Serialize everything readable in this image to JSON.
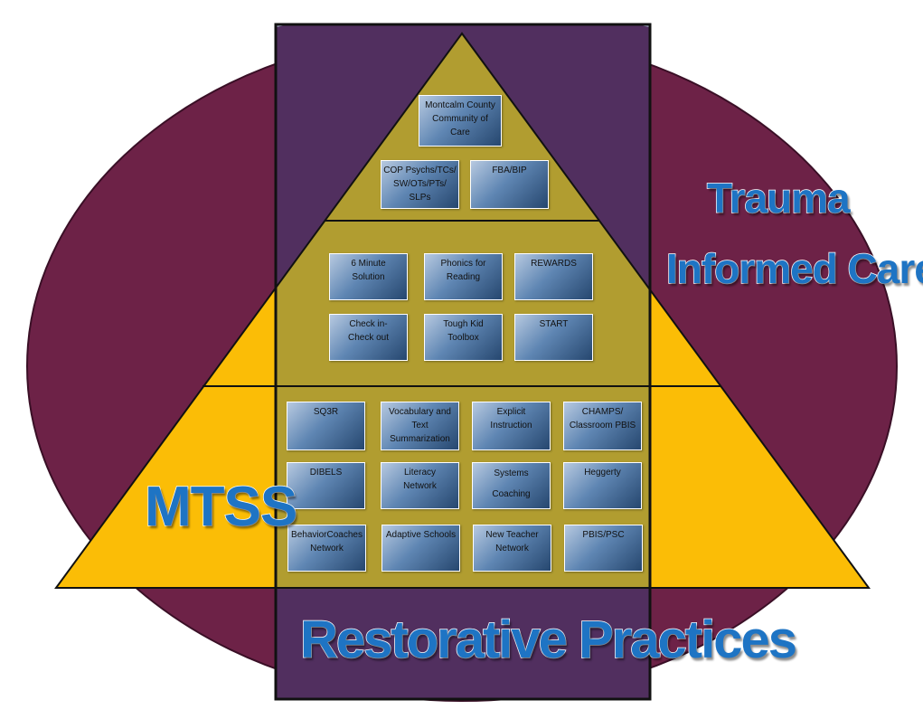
{
  "colors": {
    "oval": "#6d2247",
    "oval_stroke": "#3a0f26",
    "column": "#512f5f",
    "column_bg": "#b5c8de",
    "pyramid_base": "#fbbd06",
    "pyramid_overlap": "#b19d30",
    "box_text": "#111111",
    "label_fill": "#1e74c4",
    "label_outline": "#ffffff"
  },
  "labels": {
    "trauma_line1": "Trauma",
    "trauma_line2": "Informed Care",
    "mtss": "MTSS",
    "restorative": "Restorative Practices"
  },
  "tiers": {
    "top": [
      "Montcalm County\nCommunity of\nCare",
      "COP Psychs/TCs/\nSW/OTs/PTs/\nSLPs",
      "FBA/BIP"
    ],
    "middle": [
      "6 Minute\nSolution",
      "Phonics for\nReading",
      "REWARDS",
      "Check in-\nCheck out",
      "Tough Kid\nToolbox",
      "START"
    ],
    "bottom": [
      "SQ3R",
      "Vocabulary and\nText\nSummarization",
      "Explicit\nInstruction",
      "CHAMPS/\nClassroom PBIS",
      "DIBELS",
      "Literacy\nNetwork",
      "Systems\n\nCoaching",
      "Heggerty",
      "BehaviorCoaches\nNetwork",
      "Adaptive Schools",
      "New Teacher\nNetwork",
      "PBIS/PSC"
    ]
  }
}
